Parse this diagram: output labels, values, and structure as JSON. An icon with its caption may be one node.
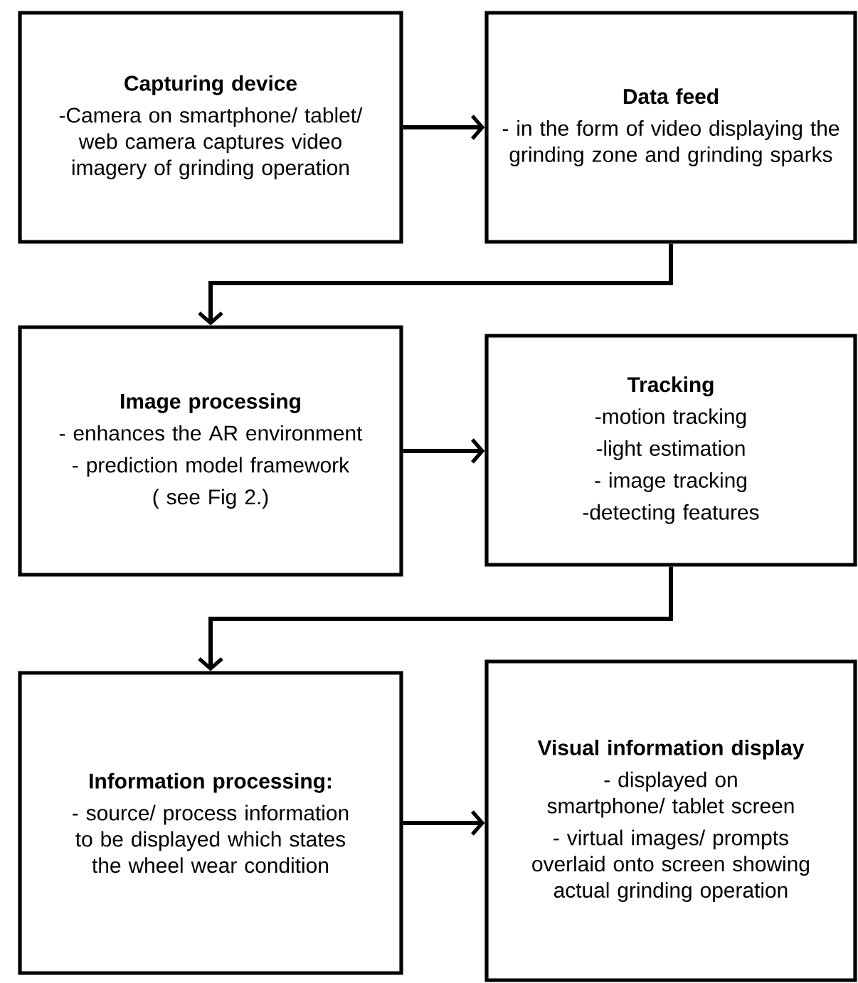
{
  "diagram": {
    "nodes": [
      {
        "text": [
          "Capturing device",
          "-Camera on smartphone/ tablet/ web camera captures video imagery of grinding operation"
        ]
      },
      {
        "text": [
          "Data feed",
          "- in the form of video displaying the grinding zone and grinding sparks"
        ]
      },
      {
        "text": [
          "Image processing",
          "- enhances the AR environment",
          "- prediction model framework",
          "( see Fig 2.)"
        ]
      },
      {
        "text": [
          "Tracking",
          "-motion tracking",
          "-light estimation",
          "- image tracking",
          "-detecting features"
        ]
      },
      {
        "text": [
          "Information processing:",
          "- source/ process information to be displayed which states the wheel wear condition"
        ]
      },
      {
        "text": [
          "Visual information display",
          "- displayed on smartphone/ tablet screen",
          "- virtual images/ prompts overlaid onto screen showing actual grinding operation"
        ]
      }
    ],
    "edges": [
      {
        "from": 0,
        "to": 1,
        "arrow": "to"
      },
      {
        "from": 1,
        "to": 2,
        "arrow": "to"
      },
      {
        "from": 2,
        "to": 3,
        "arrow": "to"
      },
      {
        "from": 3,
        "to": 4,
        "arrow": "to"
      },
      {
        "from": 4,
        "to": 5,
        "arrow": "to"
      }
    ]
  }
}
